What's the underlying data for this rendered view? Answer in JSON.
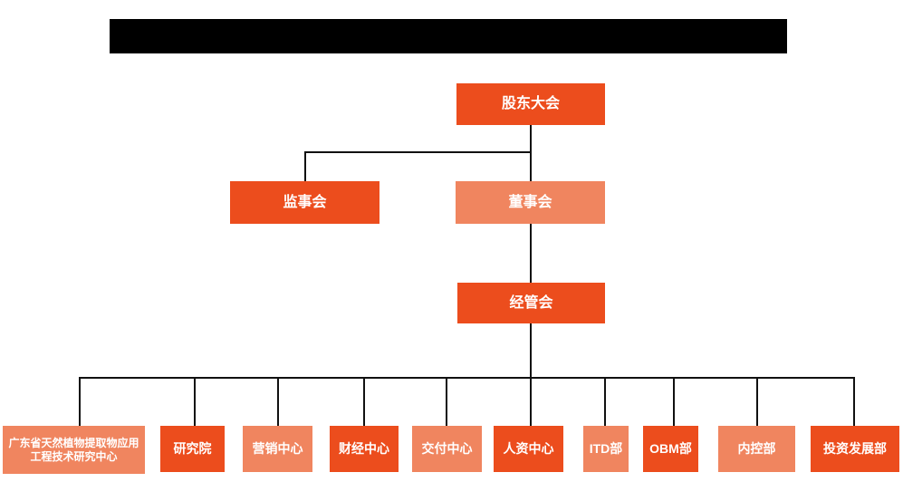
{
  "page": {
    "kind": "organization-chart",
    "title_bar_redacted": true
  },
  "colors": {
    "primary": "#EC4D1D",
    "secondary": "#F0855F",
    "line": "#111111",
    "node_text": "#FFFFFF",
    "background": "#FFFFFF",
    "redacted_bar": "#000000"
  },
  "org_chart": {
    "nodes": {
      "shareholders": {
        "label": "股东大会",
        "level": 1,
        "variant": "primary"
      },
      "supervisory": {
        "label": "监事会",
        "level": 2,
        "variant": "primary"
      },
      "board": {
        "label": "董事会",
        "level": 2,
        "variant": "secondary"
      },
      "management": {
        "label": "经管会",
        "level": 3,
        "variant": "primary"
      },
      "research_center": {
        "label": "广东省天然植物提取物应用工程技术研究中心",
        "level": 4,
        "variant": "secondary"
      },
      "research_institute": {
        "label": "研究院",
        "level": 4,
        "variant": "primary"
      },
      "marketing": {
        "label": "营销中心",
        "level": 4,
        "variant": "secondary"
      },
      "finance": {
        "label": "财经中心",
        "level": 4,
        "variant": "primary"
      },
      "delivery": {
        "label": "交付中心",
        "level": 4,
        "variant": "secondary"
      },
      "hr": {
        "label": "人资中心",
        "level": 4,
        "variant": "primary"
      },
      "itd": {
        "label": "ITD部",
        "level": 4,
        "variant": "secondary"
      },
      "obm": {
        "label": "OBM部",
        "level": 4,
        "variant": "primary"
      },
      "internal_control": {
        "label": "内控部",
        "level": 4,
        "variant": "secondary"
      },
      "investment": {
        "label": "投资发展部",
        "level": 4,
        "variant": "primary"
      }
    },
    "edges": [
      [
        "shareholders",
        "supervisory"
      ],
      [
        "shareholders",
        "board"
      ],
      [
        "board",
        "management"
      ],
      [
        "management",
        "research_center"
      ],
      [
        "management",
        "research_institute"
      ],
      [
        "management",
        "marketing"
      ],
      [
        "management",
        "finance"
      ],
      [
        "management",
        "delivery"
      ],
      [
        "management",
        "hr"
      ],
      [
        "management",
        "itd"
      ],
      [
        "management",
        "obm"
      ],
      [
        "management",
        "internal_control"
      ],
      [
        "management",
        "investment"
      ]
    ]
  }
}
